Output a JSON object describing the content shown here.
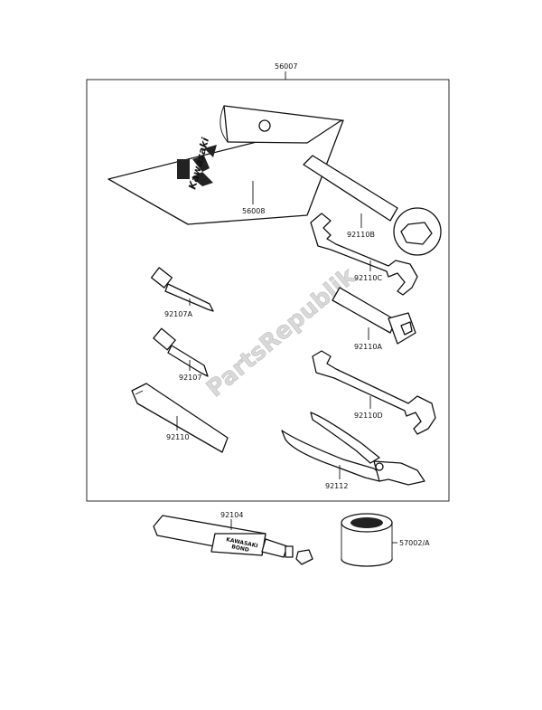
{
  "labels": {
    "kit": "56007",
    "pouch": "56008",
    "ring_wrench": "92110B",
    "wrench_c": "92110C",
    "screwdriver_a": "92107A",
    "screwdriver": "92107",
    "plug_wrench": "92110A",
    "wrench_d": "92110D",
    "handle": "92110",
    "pliers": "92112",
    "bond_tube": "92104",
    "filter": "57002/A"
  },
  "pouch_logo": {
    "brand": "Kawasaki"
  },
  "tube_text": {
    "line1": "KAWASAKI",
    "line2": "BOND"
  },
  "watermark": {
    "text": "PartsRepublik"
  }
}
